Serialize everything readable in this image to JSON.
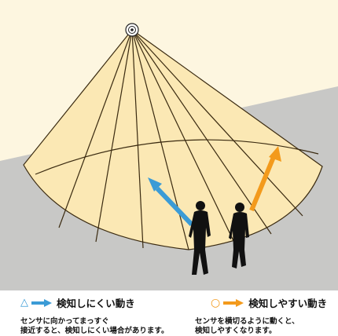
{
  "colors": {
    "wall": "#fdf6e0",
    "floor": "#c8c8c6",
    "cone": "#fbe8b4",
    "cone_edge": "#3a2a10",
    "arrow_blue": "#3b9bd6",
    "arrow_orange": "#f39a1c",
    "person": "#111111"
  },
  "left_caption": {
    "symbol": "△",
    "title": "検知しにくい動き",
    "desc_line1": "センサに向かってまっすぐ",
    "desc_line2": "接近すると、検知しにくい場合があります。"
  },
  "right_caption": {
    "symbol": "○",
    "title": "検知しやすい動き",
    "desc_line1": "センサを横切るように動くと、",
    "desc_line2": "検知しやすくなります。"
  }
}
